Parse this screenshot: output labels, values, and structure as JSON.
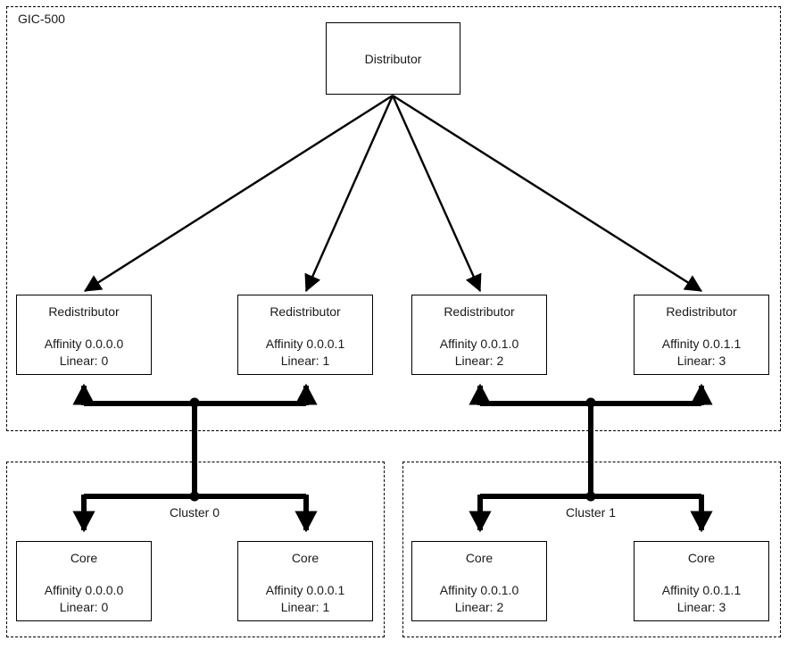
{
  "diagram": {
    "title_label": "GIC-500",
    "type": "block-diagram",
    "distributor": {
      "label": "Distributor"
    },
    "redistributors": [
      {
        "title": "Redistributor",
        "affinity": "Affinity 0.0.0.0",
        "linear": "Linear: 0"
      },
      {
        "title": "Redistributor",
        "affinity": "Affinity 0.0.0.1",
        "linear": "Linear: 1"
      },
      {
        "title": "Redistributor",
        "affinity": "Affinity 0.0.1.0",
        "linear": "Linear: 2"
      },
      {
        "title": "Redistributor",
        "affinity": "Affinity 0.0.1.1",
        "linear": "Linear: 3"
      }
    ],
    "clusters": [
      {
        "label": "Cluster 0",
        "cores": [
          {
            "title": "Core",
            "affinity": "Affinity 0.0.0.0",
            "linear": "Linear: 0"
          },
          {
            "title": "Core",
            "affinity": "Affinity 0.0.0.1",
            "linear": "Linear: 1"
          }
        ]
      },
      {
        "label": "Cluster 1",
        "cores": [
          {
            "title": "Core",
            "affinity": "Affinity 0.0.1.0",
            "linear": "Linear: 2"
          },
          {
            "title": "Core",
            "affinity": "Affinity 0.0.1.1",
            "linear": "Linear: 3"
          }
        ]
      }
    ],
    "colors": {
      "stroke": "#000000",
      "text": "#1a1a1a",
      "background": "#ffffff"
    }
  }
}
